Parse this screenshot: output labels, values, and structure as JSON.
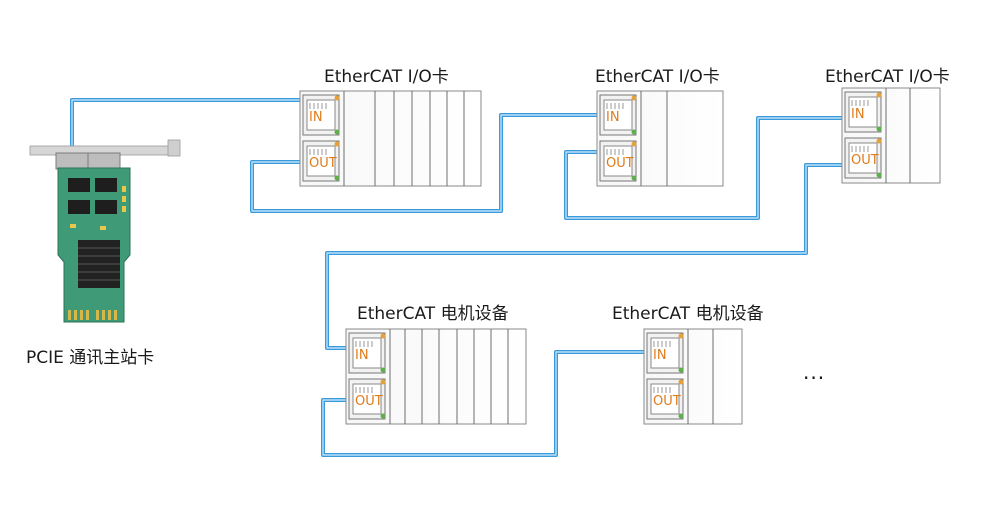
{
  "nodes": {
    "pcie_card": {
      "label": "PCIE 通讯主站卡"
    },
    "io_card_1": {
      "label": "EtherCAT I/O卡",
      "port_in": "IN",
      "port_out": "OUT"
    },
    "io_card_2": {
      "label": "EtherCAT I/O卡",
      "port_in": "IN",
      "port_out": "OUT"
    },
    "io_card_3": {
      "label": "EtherCAT I/O卡",
      "port_in": "IN",
      "port_out": "OUT"
    },
    "motor_device_1": {
      "label": "EtherCAT 电机设备",
      "port_in": "IN",
      "port_out": "OUT"
    },
    "motor_device_2": {
      "label": "EtherCAT 电机设备",
      "port_in": "IN",
      "port_out": "OUT"
    }
  },
  "continuation": "···",
  "colors": {
    "cable": "#3a9ad9",
    "cable_light": "#a9d6f5",
    "port_text": "#e07b1a",
    "module_border": "#8a8a8a",
    "pcb_green": "#3f9a78",
    "bracket": "#cfcfcf"
  }
}
